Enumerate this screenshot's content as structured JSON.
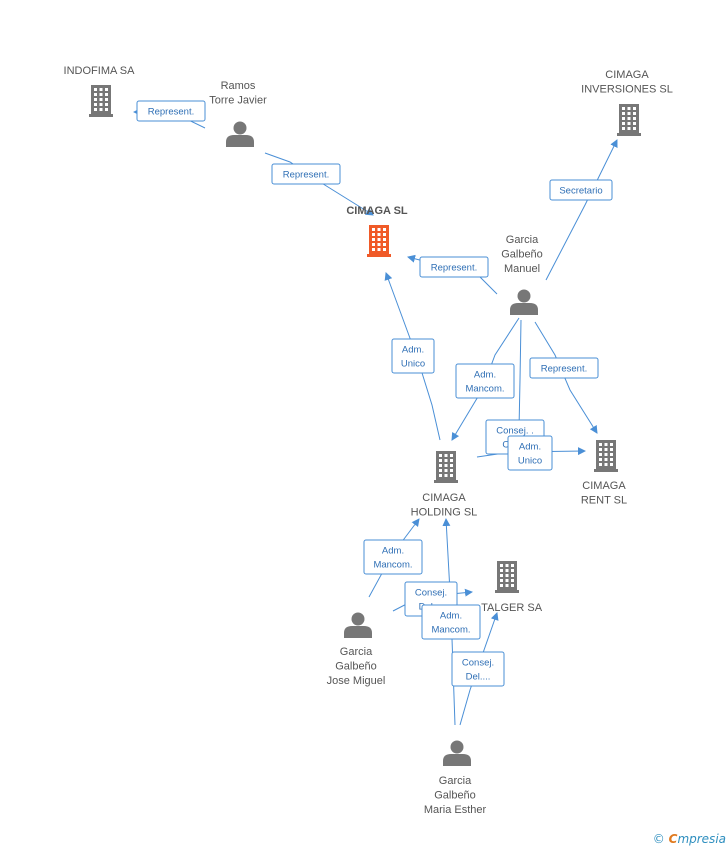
{
  "colors": {
    "edge": "#4a8fd6",
    "company": "#777777",
    "focus_company": "#f05a28",
    "person": "#777777"
  },
  "nodes": [
    {
      "id": "indofima",
      "type": "company",
      "label": [
        "INDOFIMA SA"
      ]
    },
    {
      "id": "ramos",
      "type": "person",
      "label": [
        "Ramos",
        "Torre Javier"
      ]
    },
    {
      "id": "cimaga_inv",
      "type": "company",
      "label": [
        "CIMAGA",
        "INVERSIONES SL"
      ]
    },
    {
      "id": "cimaga_sl",
      "type": "company",
      "focus": true,
      "label": [
        "CIMAGA SL"
      ]
    },
    {
      "id": "manuel",
      "type": "person",
      "label": [
        "Garcia",
        "Galbeño",
        "Manuel"
      ]
    },
    {
      "id": "holding",
      "type": "company",
      "label": [
        "CIMAGA",
        "HOLDING SL"
      ]
    },
    {
      "id": "rent",
      "type": "company",
      "label": [
        "CIMAGA",
        "RENT SL"
      ]
    },
    {
      "id": "talger",
      "type": "company",
      "label": [
        "...TALGER SA"
      ]
    },
    {
      "id": "josemiguel",
      "type": "person",
      "label": [
        "Garcia",
        "Galbeño",
        "Jose Miguel"
      ]
    },
    {
      "id": "mariaesther",
      "type": "person",
      "label": [
        "Garcia",
        "Galbeño",
        "Maria Esther"
      ]
    }
  ],
  "edges": [
    {
      "from": "ramos",
      "to": "indofima",
      "label": [
        "Represent."
      ]
    },
    {
      "from": "ramos",
      "to": "cimaga_sl",
      "label": [
        "Represent."
      ]
    },
    {
      "from": "manuel",
      "to": "cimaga_inv",
      "label": [
        "Secretario"
      ]
    },
    {
      "from": "manuel",
      "to": "cimaga_sl",
      "label": [
        "Represent."
      ]
    },
    {
      "from": "holding",
      "to": "cimaga_sl",
      "label": [
        "Adm.",
        "Unico"
      ]
    },
    {
      "from": "manuel",
      "to": "holding",
      "label": [
        "Adm.",
        "Mancom."
      ]
    },
    {
      "from": "manuel",
      "to": "rent",
      "label": [
        "Represent."
      ]
    },
    {
      "from": "manuel",
      "to": "talger",
      "label": [
        "Consej. .",
        "Con..."
      ]
    },
    {
      "from": "holding",
      "to": "rent",
      "label": [
        "Adm.",
        "Unico"
      ]
    },
    {
      "from": "josemiguel",
      "to": "holding",
      "label": [
        "Adm.",
        "Mancom."
      ]
    },
    {
      "from": "josemiguel",
      "to": "talger",
      "label": [
        "Consej.",
        "Del...."
      ]
    },
    {
      "from": "mariaesther",
      "to": "holding",
      "label": [
        "Adm.",
        "Mancom."
      ]
    },
    {
      "from": "mariaesther",
      "to": "talger",
      "label": [
        "Consej.",
        "Del...."
      ]
    }
  ],
  "watermark": {
    "copyright": "©",
    "brand_first": "C",
    "brand_rest": "mpresia"
  }
}
